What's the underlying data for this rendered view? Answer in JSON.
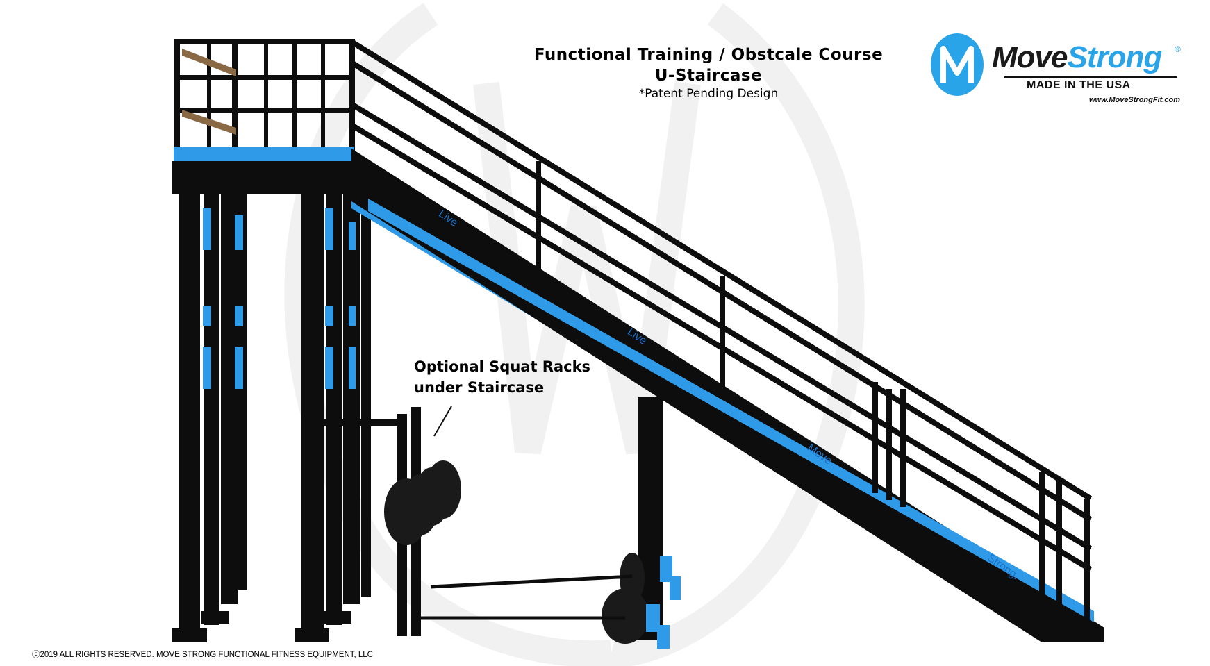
{
  "header": {
    "title_line1": "Functional Training / Obstcale Course",
    "title_line2": "U-Staircase",
    "subtitle": "*Patent Pending Design"
  },
  "logo": {
    "name_part1": "Move",
    "name_part2": "Strong",
    "registered": "®",
    "tagline": "MADE IN THE USA",
    "url": "www.MoveStrongFit.com",
    "color_blue": "#2aa4e8",
    "color_dark": "#1a1a1a"
  },
  "callout": {
    "line1": "Optional Squat Racks",
    "line2": "under Staircase"
  },
  "stair_labels": {
    "label1": "Live",
    "label2": "Live",
    "label3": "Move",
    "label4": "Strong."
  },
  "footer": {
    "copyright": "ⓒ2019 ALL RIGHTS RESERVED. MOVE STRONG FUNCTIONAL FITNESS EQUIPMENT, LLC"
  },
  "colors": {
    "frame": "#0d0d0d",
    "accent_blue": "#2f9be8",
    "wood": "#8a6a44",
    "watermark": "#f0f0f0"
  }
}
